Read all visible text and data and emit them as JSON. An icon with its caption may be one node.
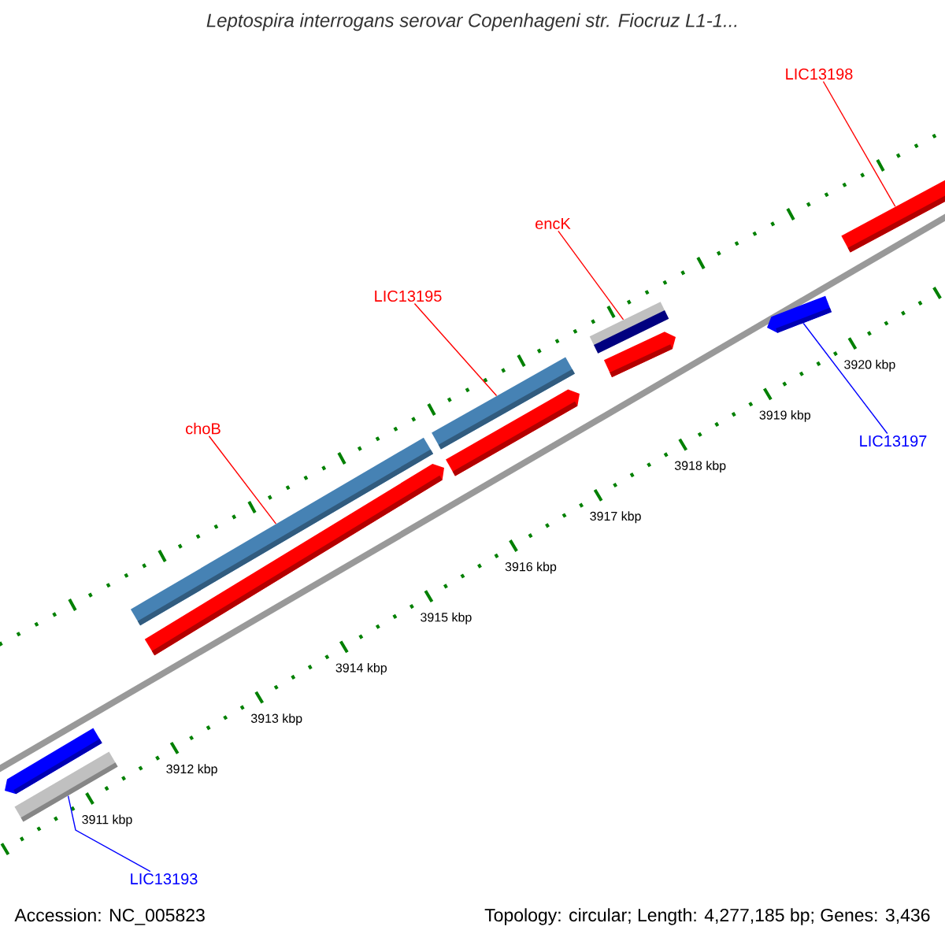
{
  "diagram": {
    "title": "Leptospira interrogans serovar Copenhageni str. Fiocruz L1-1...",
    "nodes": [
      {
        "text": [
          "LIC13198"
        ]
      },
      {
        "text": [
          "encK"
        ]
      },
      {
        "text": [
          "LIC13195"
        ]
      },
      {
        "text": [
          "choB"
        ]
      },
      {
        "text": [
          "LIC13197"
        ]
      },
      {
        "text": [
          "LIC13193"
        ]
      },
      {
        "text": [],
        "shape": "bar"
      },
      {
        "text": [],
        "shape": "bar"
      },
      {
        "text": [],
        "shape": "bar"
      },
      {
        "text": [],
        "shape": "bar"
      },
      {
        "text": [],
        "shape": "bar"
      },
      {
        "text": [],
        "shape": "bar"
      },
      {
        "text": [],
        "shape": "bar"
      },
      {
        "text": [],
        "shape": "bar"
      },
      {
        "text": [],
        "shape": "bar"
      },
      {
        "text": [],
        "shape": "bar"
      }
    ],
    "edges": [
      {
        "from": 0,
        "to": 6,
        "arrow": "none"
      },
      {
        "from": 1,
        "to": 7,
        "arrow": "none"
      },
      {
        "from": 2,
        "to": 10,
        "arrow": "none"
      },
      {
        "from": 3,
        "to": 9,
        "arrow": "none"
      },
      {
        "from": 4,
        "to": 13,
        "arrow": "none",
        "color": "#0000ff"
      },
      {
        "from": 5,
        "to": 15,
        "arrow": "none",
        "color": "#0000ff"
      }
    ],
    "labels": [
      "3911 kbp",
      "3912 kbp",
      "3913 kbp",
      "3914 kbp",
      "3915 kbp",
      "3916 kbp",
      "3917 kbp",
      "3918 kbp",
      "3919 kbp",
      "3920 kbp",
      "Accession: NC_005823",
      "Topology: circular; Length: 4,277,185 bp; Genes: 3,436"
    ]
  }
}
